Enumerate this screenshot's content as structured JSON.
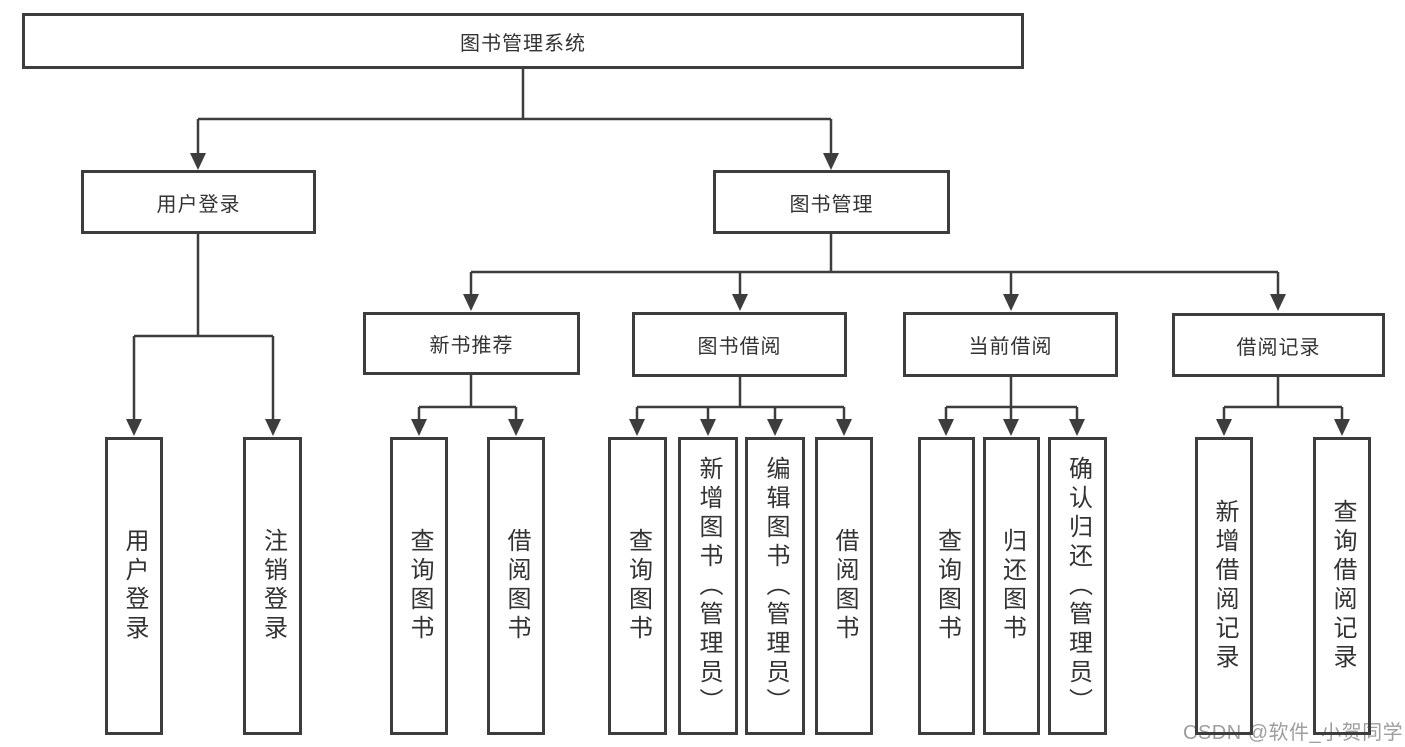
{
  "diagram": {
    "root": "图书管理系统",
    "level2": {
      "user_login": "用户登录",
      "book_management": "图书管理"
    },
    "level3": {
      "new_book_recommend": "新书推荐",
      "book_borrowing": "图书借阅",
      "current_borrowing": "当前借阅",
      "borrowing_records": "借阅记录"
    },
    "leaves": {
      "user_login": [
        "用户登录",
        "注销登录"
      ],
      "new_book_recommend": [
        "查询图书",
        "借阅图书"
      ],
      "book_borrowing": [
        "查询图书",
        "新增图书（管理员）",
        "编辑图书（管理员）",
        "借阅图书"
      ],
      "current_borrowing": [
        "查询图书",
        "归还图书",
        "确认归还（管理员）"
      ],
      "borrowing_records": [
        "新增借阅记录",
        "查询借阅记录"
      ]
    }
  },
  "watermark": {
    "text": "CSDN @软件_小贺同学",
    "color": "#9e9e9e"
  },
  "colors": {
    "line": "#3d3d3d",
    "border": "#3d3d3d",
    "text": "#333333",
    "background": "#ffffff"
  }
}
